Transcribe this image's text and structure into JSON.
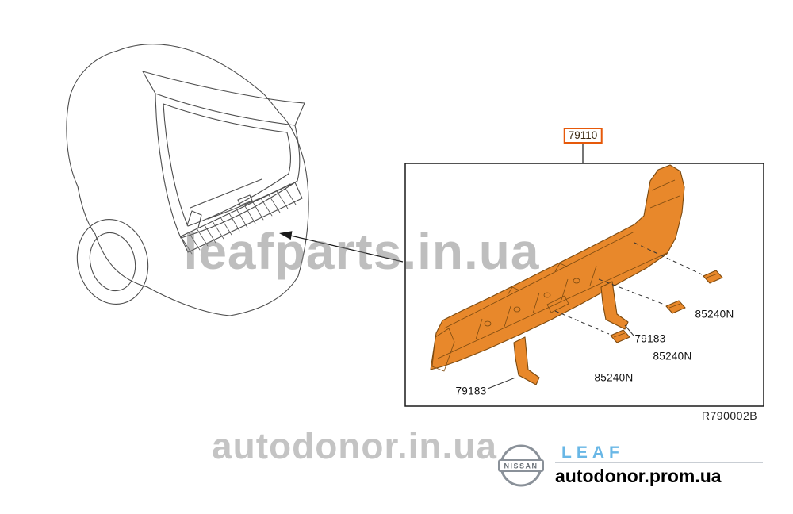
{
  "diagram": {
    "main_part_number": "79110",
    "reference_code": "R790002B",
    "callouts": [
      {
        "text": "85240N"
      },
      {
        "text": "85240N"
      },
      {
        "text": "85240N"
      },
      {
        "text": "79183"
      },
      {
        "text": "79183"
      }
    ]
  },
  "watermarks": {
    "center": "leafparts.in.ua",
    "bottom": "autodonor.in.ua"
  },
  "footer": {
    "logo_text": "NISSAN",
    "brand": "LEAF",
    "site": "autodonor.prom.ua"
  },
  "colors": {
    "part_fill": "#E8882B",
    "part_outline": "#7C4A10",
    "tag_border": "#E6590A",
    "brand_blue": "#69B7E6",
    "watermark_gray": "#7D7D7D"
  }
}
